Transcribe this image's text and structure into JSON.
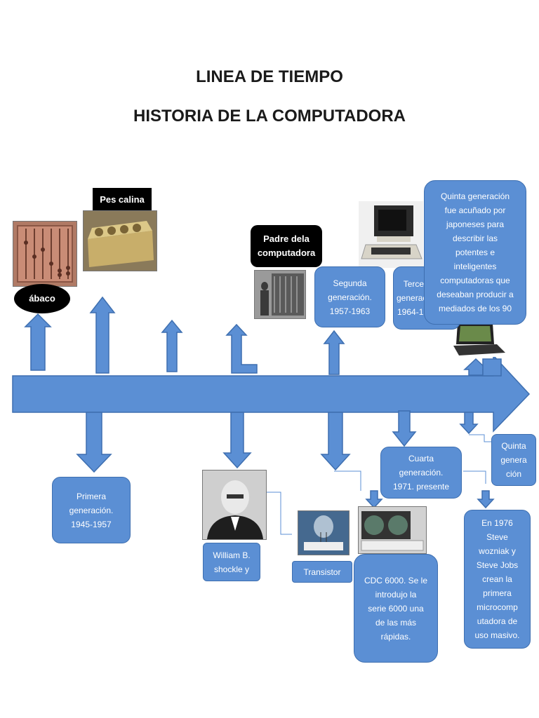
{
  "title_line1": "LINEA DE TIEMPO",
  "title_line2": "HISTORIA DE LA COMPUTADORA",
  "labels": {
    "abaco": "ábaco",
    "pescalina": "Pes calina",
    "padre": "Padre dela\ncomputadora"
  },
  "boxes": {
    "segunda": "Segunda\ngeneración.\n1957-1963",
    "tercera": "Tercera\ngeneración\n1964-1971",
    "quinta_top": "Quinta generación\nfue acuñado por\njaponeses para\ndescribir las\npotentes e\ninteligentes\ncomputadoras que\ndeseaban producir a\nmediados de los 90",
    "primera": "Primera\ngeneración.\n1945-1957",
    "william": "William B.\nshockle y",
    "transistor": "Transistor",
    "cuarta": "Cuarta\ngeneración.\n1971. presente",
    "quinta_small": "Quinta\ngenera\nción",
    "cdc": "CDC 6000. Se le\nintrodujo la\nserie 6000 una\nde las más\nrápidas.",
    "jobs": "En 1976\nSteve\nwozniak y\nSteve Jobs\ncrean la\nprimera\nmicrocomp\nutadora de\nuso masivo."
  },
  "colors": {
    "arrow": "#5b8fd4",
    "arrow_border": "#3e6fb0"
  },
  "icons": [
    "abacus-image",
    "pascaline-image",
    "computer-pioneer-image",
    "apple-computer-image",
    "laptop-image",
    "shockley-portrait-image",
    "transistor-image",
    "cdc-6000-image"
  ]
}
